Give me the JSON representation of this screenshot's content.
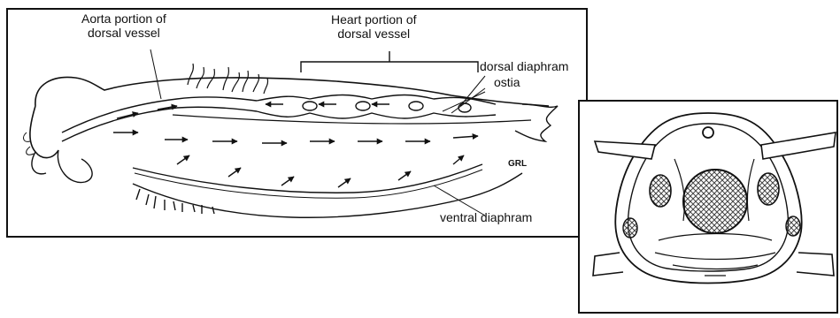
{
  "labels": {
    "aorta_line1": "Aorta portion of",
    "aorta_line2": "dorsal vessel",
    "heart_line1": "Heart portion of",
    "heart_line2": "dorsal vessel",
    "dorsal_diaphram": "dorsal diaphram",
    "ostia": "ostia",
    "ventral_diaphram": "ventral diaphram",
    "artist_initials": "GRL"
  },
  "colors": {
    "ink": "#111111",
    "background": "#ffffff",
    "hatch": "#444444"
  }
}
